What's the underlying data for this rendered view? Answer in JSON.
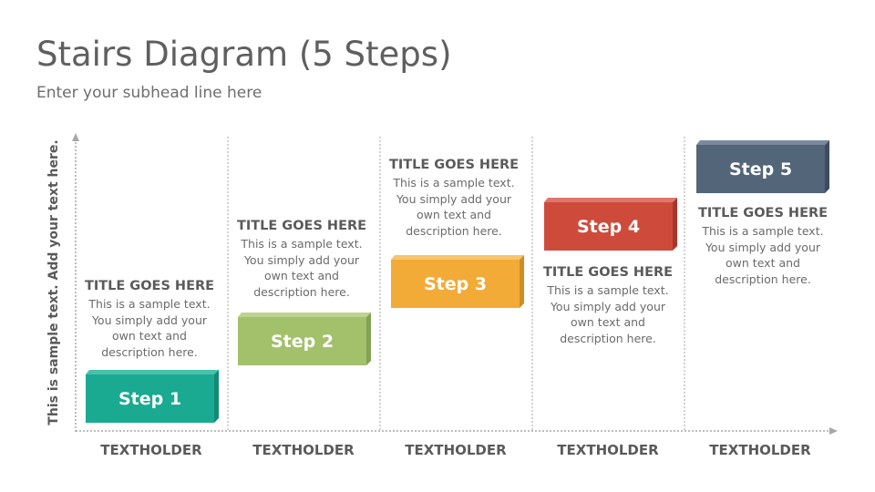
{
  "header": {
    "title": "Stairs Diagram (5 Steps)",
    "subtitle": "Enter your subhead line here"
  },
  "y_axis_label": "This is sample text. Add your text here.",
  "colors": {
    "step1": "#1aaa91",
    "step2": "#a3c06b",
    "step3": "#f2ab37",
    "step4": "#ce4b3c",
    "step5": "#536579",
    "axis": "#a7a7a7"
  },
  "columns": [
    {
      "step_label": "Step 1",
      "title": "TITLE GOES HERE",
      "body": "This is a sample text. You simply add your own text and description here.",
      "axis_label": "TEXTHOLDER"
    },
    {
      "step_label": "Step 2",
      "title": "TITLE GOES HERE",
      "body": "This is a sample text. You simply add your own text and description here.",
      "axis_label": "TEXTHOLDER"
    },
    {
      "step_label": "Step 3",
      "title": "TITLE GOES HERE",
      "body": "This is a sample text. You simply add your own text and description here.",
      "axis_label": "TEXTHOLDER"
    },
    {
      "step_label": "Step 4",
      "title": "TITLE GOES HERE",
      "body": "This is a sample text. You simply add your own text and description here.",
      "axis_label": "TEXTHOLDER"
    },
    {
      "step_label": "Step 5",
      "title": "TITLE GOES HERE",
      "body": "This is a sample text. You simply add your own text and description here.",
      "axis_label": "TEXTHOLDER"
    }
  ]
}
